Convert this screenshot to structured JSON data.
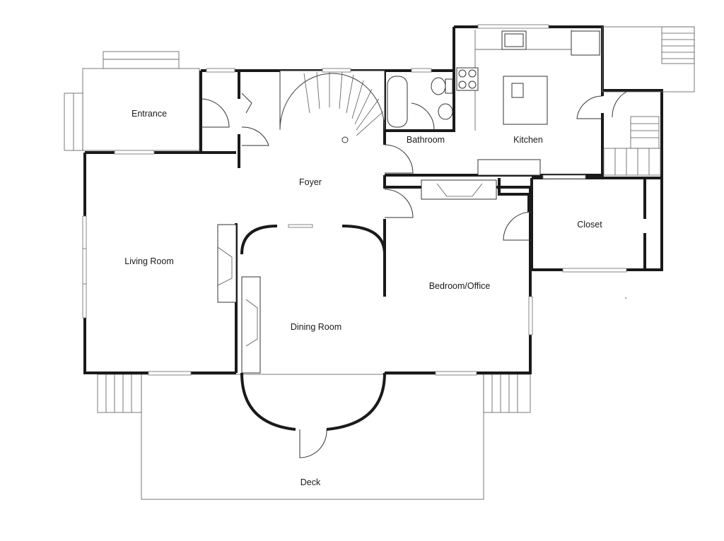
{
  "plan": {
    "rooms": {
      "entrance": "Entrance",
      "foyer": "Foyer",
      "bathroom": "Bathroom",
      "kitchen": "Kitchen",
      "closet": "Closet",
      "living_room": "Living Room",
      "dining_room": "Dining Room",
      "bedroom_office": "Bedroom/Office",
      "deck": "Deck"
    }
  }
}
